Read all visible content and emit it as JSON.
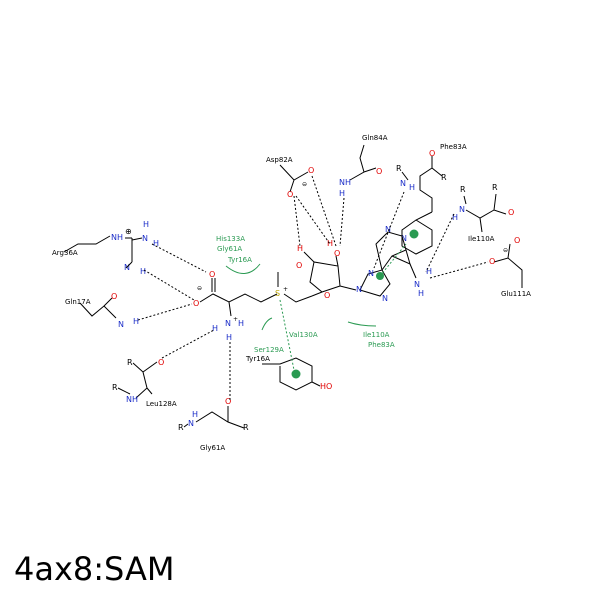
{
  "title": "4ax8:SAM",
  "residues": {
    "arg36": "Arg36A",
    "gln17": "Gln17A",
    "leu128": "Leu128A",
    "gly61": "Gly61A",
    "asp82": "Asp82A",
    "gln84": "Gln84A",
    "phe83_top": "Phe83A",
    "ile110_top": "Ile110A",
    "glu111": "Glu111A",
    "tyr16": "Tyr16A"
  },
  "hydrophobic_labels": {
    "his133": "His133A",
    "gly61": "Gly61A",
    "tyr16": "Tyr16A",
    "ser129": "Ser129A",
    "val130": "Val130A",
    "ile110": "Ile110A",
    "phe83": "Phe83A"
  },
  "atoms": {
    "O": "O",
    "N": "N",
    "H": "H",
    "S": "S",
    "R": "R",
    "NH": "NH",
    "HN": "HN",
    "HO": "HO",
    "NH2": "NH",
    "minus": "⊖",
    "plus": "⊕",
    "plus_small": "+"
  },
  "colors": {
    "oxygen": "#e00000",
    "nitrogen": "#1a2cc8",
    "sulfur": "#b8a000",
    "interaction": "#2a9a52"
  }
}
